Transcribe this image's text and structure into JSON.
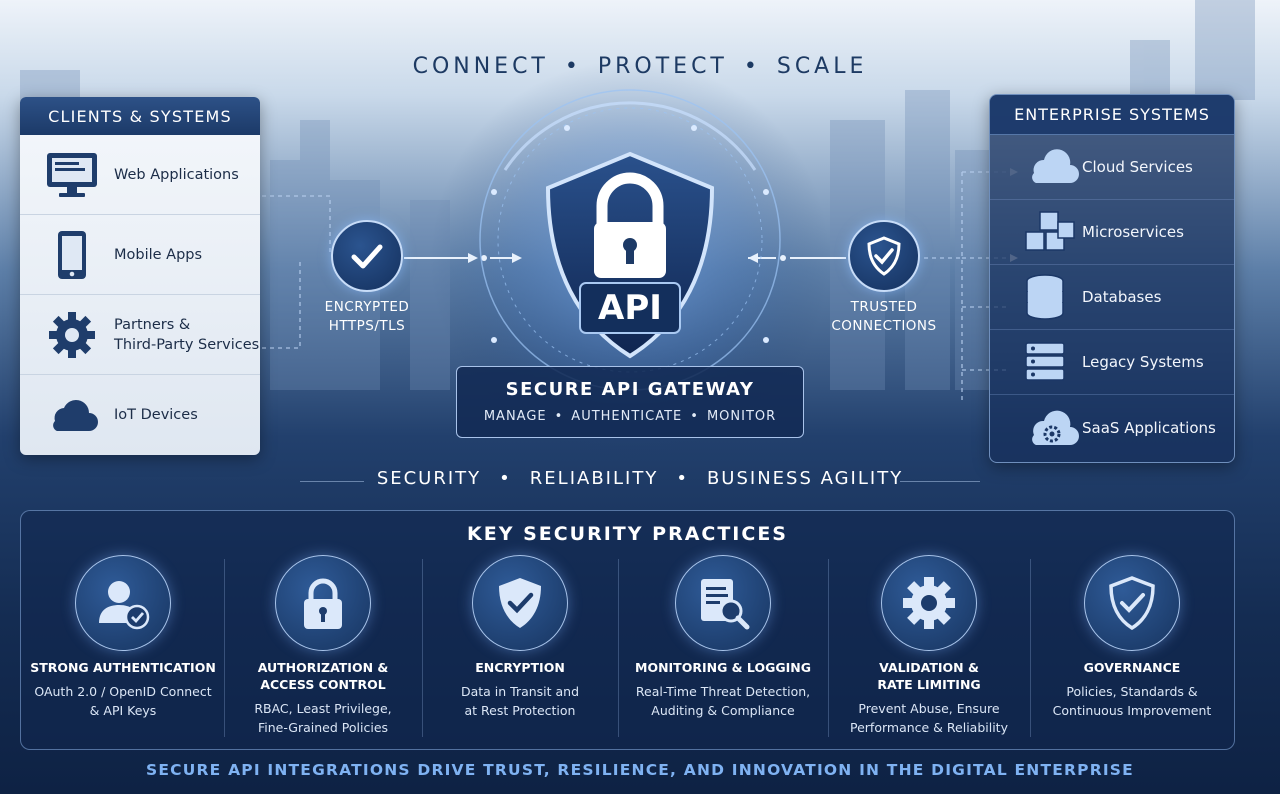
{
  "tagline": {
    "w1": "CONNECT",
    "w2": "PROTECT",
    "w3": "SCALE",
    "sep": "•"
  },
  "clients": {
    "title": "CLIENTS & SYSTEMS",
    "items": [
      {
        "label": "Web Applications",
        "icon": "monitor-icon"
      },
      {
        "label": "Mobile Apps",
        "icon": "phone-icon"
      },
      {
        "label": "Partners &\nThird-Party Services",
        "icon": "gear-icon"
      },
      {
        "label": "IoT Devices",
        "icon": "cloud-icon"
      }
    ]
  },
  "gateway": {
    "shield_label": "API",
    "title": "SECURE API GATEWAY",
    "sub1": "MANAGE",
    "sub2": "AUTHENTICATE",
    "sub3": "MONITOR",
    "sep": "•"
  },
  "left_node": {
    "line1": "ENCRYPTED",
    "line2": "HTTPS/TLS"
  },
  "right_node": {
    "line1": "TRUSTED",
    "line2": "CONNECTIONS"
  },
  "enterprise": {
    "title": "ENTERPRISE SYSTEMS",
    "items": [
      {
        "label": "Cloud Services",
        "icon": "cloud-icon"
      },
      {
        "label": "Microservices",
        "icon": "cubes-icon"
      },
      {
        "label": "Databases",
        "icon": "database-icon"
      },
      {
        "label": "Legacy Systems",
        "icon": "server-icon"
      },
      {
        "label": "SaaS Applications",
        "icon": "cloud-gear-icon"
      }
    ]
  },
  "values": {
    "v1": "SECURITY",
    "v2": "RELIABILITY",
    "v3": "BUSINESS AGILITY",
    "sep": "•"
  },
  "practices": {
    "title": "KEY SECURITY PRACTICES",
    "items": [
      {
        "title": "STRONG AUTHENTICATION",
        "desc": "OAuth 2.0 / OpenID Connect\n& API Keys",
        "icon": "user-check-icon"
      },
      {
        "title": "AUTHORIZATION &\nACCESS CONTROL",
        "desc": "RBAC, Least Privilege,\nFine-Grained Policies",
        "icon": "padlock-icon"
      },
      {
        "title": "ENCRYPTION",
        "desc": "Data in Transit and\nat Rest Protection",
        "icon": "shield-check-icon"
      },
      {
        "title": "MONITORING & LOGGING",
        "desc": "Real-Time Threat Detection,\nAuditing & Compliance",
        "icon": "document-search-icon"
      },
      {
        "title": "VALIDATION &\nRATE LIMITING",
        "desc": "Prevent Abuse, Ensure\nPerformance & Reliability",
        "icon": "gear-icon"
      },
      {
        "title": "GOVERNANCE",
        "desc": "Policies, Standards &\nContinuous Improvement",
        "icon": "shield-outline-check-icon"
      }
    ]
  },
  "footer": "SECURE API INTEGRATIONS DRIVE TRUST, RESILIENCE, AND INNOVATION IN THE DIGITAL ENTERPRISE",
  "colors": {
    "accent": "#7fb2f2",
    "panel_dark": "#162f5c",
    "panel_light": "#eef3f9"
  }
}
